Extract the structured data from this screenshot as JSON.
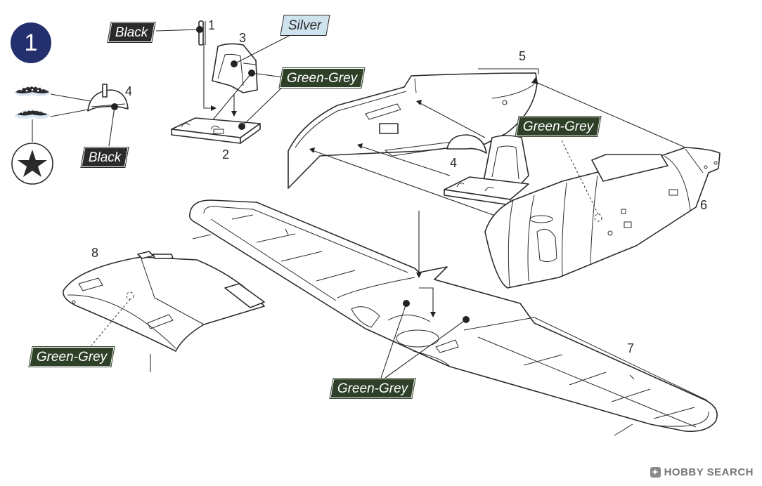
{
  "step": "1",
  "labels": {
    "black": "Black",
    "silver": "Silver",
    "green_grey": "Green-Grey"
  },
  "parts": {
    "p1": "1",
    "p2": "2",
    "p3": "3",
    "p4a": "4",
    "p4b": "4",
    "p5": "5",
    "p6": "6",
    "p7": "7",
    "p8": "8"
  },
  "decal_icons": [
    "instrument-panel-decal-large-icon",
    "instrument-panel-decal-small-icon",
    "star-roundel-icon"
  ],
  "colors": {
    "badge": "#24306e",
    "green_grey_label": "#2f4028",
    "black_label": "#2a2a2a",
    "silver_label": "#cfe3ef"
  },
  "watermark": "HOBBY SEARCH"
}
